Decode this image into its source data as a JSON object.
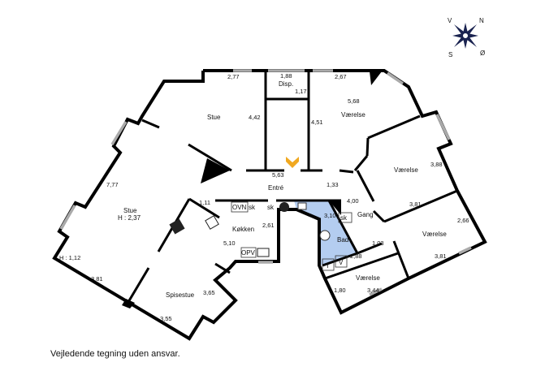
{
  "caption": "Vejledende tegning uden ansvar.",
  "compass": {
    "n": "N",
    "v": "V",
    "s": "S",
    "o": "Ø"
  },
  "colors": {
    "bathroom": "#b4cdf0",
    "entrance_marker": "#f0a820",
    "wall": "#000000"
  },
  "rooms": [
    {
      "name": "Stue",
      "dims": [
        "2,77",
        "4,42"
      ]
    },
    {
      "name": "Disp.",
      "dims": [
        "1,88",
        "1,17"
      ]
    },
    {
      "name": "Stue",
      "sub": "H : 2,37",
      "dims": [
        "7,77",
        "3,81",
        "H : 1,12"
      ]
    },
    {
      "name": "Entré",
      "dims": [
        "5,63",
        "1,33"
      ]
    },
    {
      "name": "Køkken",
      "dims": [
        "1,11",
        "2,61",
        "5,10"
      ]
    },
    {
      "name": "Spisestue",
      "dims": [
        "3,65",
        "3,55"
      ]
    },
    {
      "name": "Værelse",
      "dims": [
        "2,67",
        "5,68",
        "4,51"
      ]
    },
    {
      "name": "Værelse",
      "dims": [
        "3,88",
        "3,81"
      ]
    },
    {
      "name": "Værelse",
      "dims": [
        "2,66",
        "3,81"
      ]
    },
    {
      "name": "Gang",
      "dims": [
        "4,00",
        "1,03"
      ]
    },
    {
      "name": "Bad",
      "dims": [
        "3,10",
        "2,88"
      ]
    },
    {
      "name": "Værelse",
      "dims": [
        "1,80",
        "3,44"
      ]
    }
  ],
  "fixtures": {
    "ovn": "OVN",
    "sk": "sk",
    "opv": "OPV",
    "t": "T",
    "v": "V"
  }
}
